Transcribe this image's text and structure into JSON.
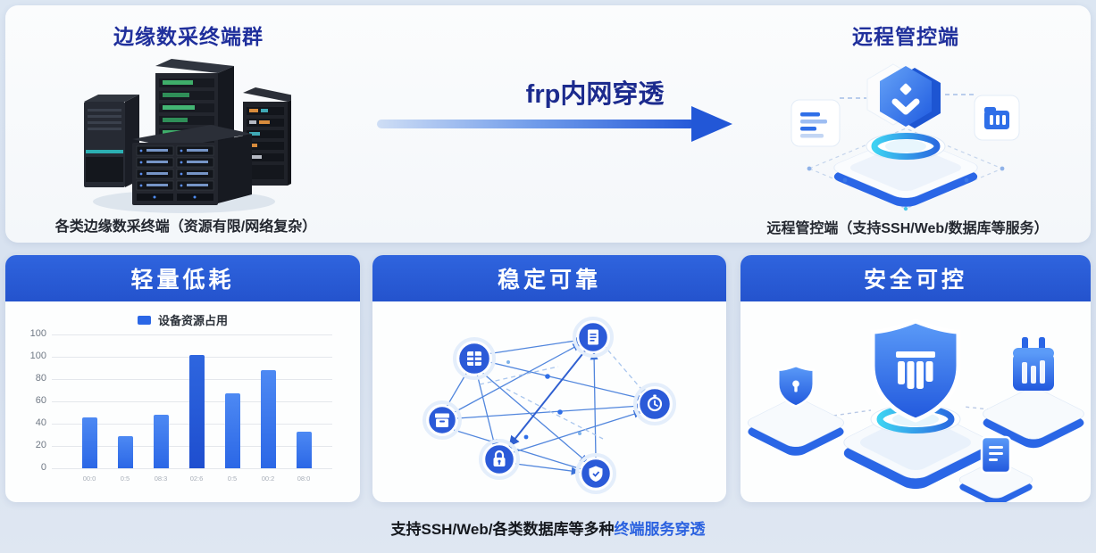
{
  "page": {
    "background": "#dbe4f1",
    "accent_blue": "#2a5cd6",
    "navy_title": "#20309c"
  },
  "top_section": {
    "left": {
      "title": "边缘数采终端群",
      "caption": "各类边缘数采终端（资源有限/网络复杂）",
      "illustration": "edge-server-cluster"
    },
    "middle": {
      "label": "frp内网穿透",
      "arrow": "gradient-right-arrow"
    },
    "right": {
      "title": "远程管控端",
      "caption": "远程管控端（支持SSH/Web/数据库等服务）",
      "illustration": "remote-control-platform"
    }
  },
  "feature_cards": [
    {
      "title": "轻量低耗",
      "content": "resource-usage-bar-chart"
    },
    {
      "title": "稳定可靠",
      "content": "mesh-network-diagram",
      "node_icons": [
        "server-grid-icon",
        "document-icon",
        "storage-box-icon",
        "lock-icon",
        "shield-icon",
        "stopwatch-icon"
      ]
    },
    {
      "title": "安全可控",
      "content": "security-shield-illustration",
      "element_icons": [
        "badge-shield-icon",
        "main-shield-icon",
        "connector-block-icon",
        "document-card-icon"
      ]
    }
  ],
  "chart_data": {
    "type": "bar",
    "title": "",
    "xlabel": "",
    "ylabel": "",
    "legend": [
      "设备资源占用"
    ],
    "legend_position": "top",
    "categories": [
      "00:0",
      "0:5",
      "08:3",
      "02:6",
      "0:5",
      "00:2",
      "08:0"
    ],
    "values": [
      46,
      29,
      48,
      102,
      67,
      88,
      33
    ],
    "y_tick_labels": [
      "100",
      "100",
      "80",
      "60",
      "40",
      "20",
      "0"
    ],
    "ylim": [
      0,
      120
    ],
    "grid": true,
    "bar_color": "#3575ee",
    "bar_color_dark": "#2257d6",
    "highlight_index": 3
  },
  "footer": {
    "prefix": "支持SSH/Web/各类数据库等多种",
    "highlight": "终端服务穿透"
  }
}
